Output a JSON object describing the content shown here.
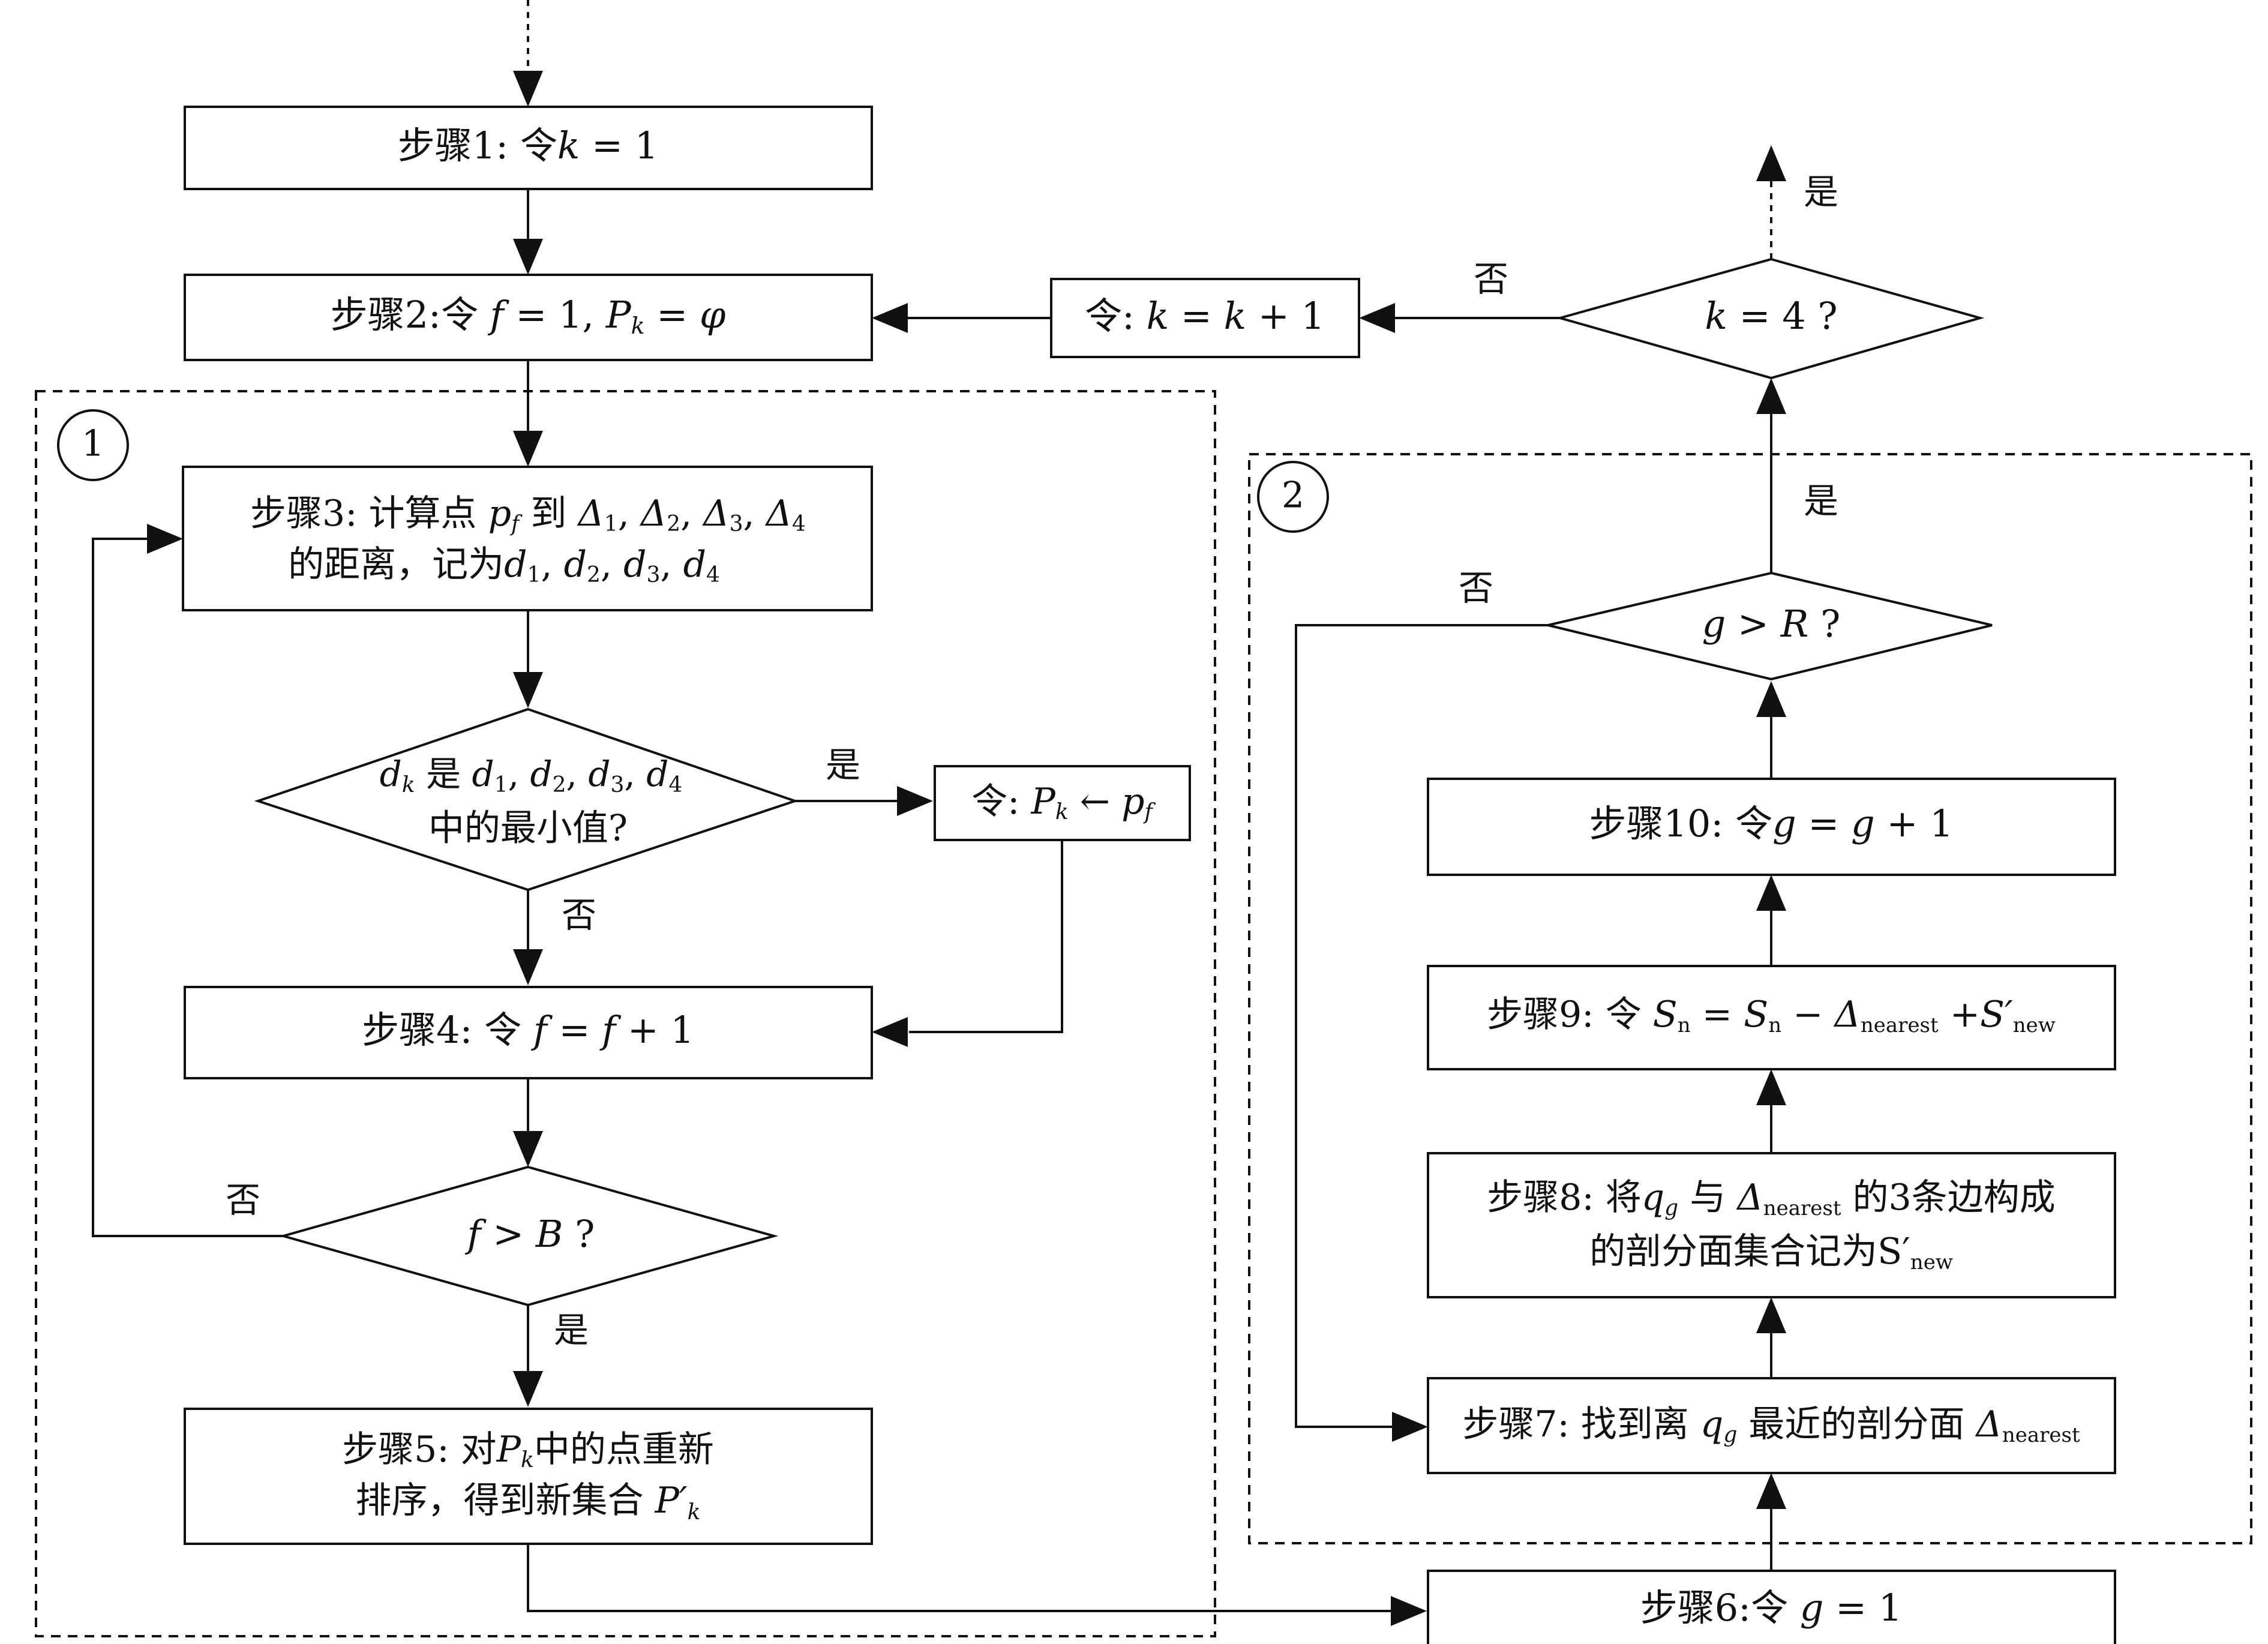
{
  "regions": {
    "region1": "1",
    "region2": "2"
  },
  "steps": {
    "step1": {
      "prefix": "步骤1: 令",
      "var": "k",
      "rest": " = 1"
    },
    "step2": {
      "prefix": "步骤2:令 ",
      "f": "f",
      "eq1": " = 1, ",
      "P": "P",
      "k": "k",
      "eq2": " = ",
      "phi": "φ"
    },
    "inc_k": {
      "prefix": "令: ",
      "k1": "k",
      "eq": " = ",
      "k2": "k",
      "rest": " + 1"
    },
    "step3": {
      "line1_prefix": "步骤3: 计算点 ",
      "p": "p",
      "f": "f",
      "to": " 到 ",
      "D1": "Δ",
      "s1": "1",
      "D2": "Δ",
      "s2": "2",
      "D3": "Δ",
      "s3": "3",
      "D4": "Δ",
      "s4": "4",
      "line2_prefix": "的距离，记为",
      "d1": "d",
      "n1": "1",
      "d2": "d",
      "n2": "2",
      "d3": "d",
      "n3": "3",
      "d4": "d",
      "n4": "4"
    },
    "step4": {
      "prefix": "步骤4: 令 ",
      "f1": "f",
      "eq": " = ",
      "f2": "f",
      "rest": " + 1"
    },
    "step5": {
      "line1_prefix": "步骤5: 对",
      "P": "P",
      "k": "k",
      "line1_suffix": "中的点重新",
      "line2_prefix": "排序，得到新集合 ",
      "P2": "P′",
      "k2": "k"
    },
    "step6": {
      "prefix": "步骤6:令 ",
      "g": "g",
      "rest": " = 1"
    },
    "step7": {
      "prefix": "步骤7: 找到离 ",
      "q": "q",
      "g": "g",
      "mid": " 最近的剖分面 ",
      "D": "Δ",
      "sub": "nearest"
    },
    "step8": {
      "line1_prefix": "步骤8: 将",
      "q": "q",
      "g": "g",
      "yu": " 与 ",
      "D": "Δ",
      "sub": "nearest",
      "line1_suffix": " 的3条边构成",
      "line2_prefix": "的剖分面集合记为",
      "S": "S′",
      "Ssub": "new"
    },
    "step9": {
      "prefix": "步骤9: 令 ",
      "S1": "S",
      "n1": "n",
      "eq": " = ",
      "S2": "S",
      "n2": "n",
      "minus": " − ",
      "D": "Δ",
      "dsub": "nearest",
      "plus": " +",
      "S3": "S′",
      "n3": "new"
    },
    "step10": {
      "prefix": "步骤10: 令",
      "g1": "g",
      "eq": " = ",
      "g2": "g",
      "rest": " + 1"
    },
    "assign_pk": {
      "prefix": "令: ",
      "P": "P",
      "k": "k",
      "arrow": " ← ",
      "p": "p",
      "f": "f"
    }
  },
  "decisions": {
    "dk": {
      "d": "d",
      "k": "k",
      "shi": " 是 ",
      "d1": "d",
      "n1": "1",
      "d2": "d",
      "n2": "2",
      "d3": "d",
      "n3": "3",
      "d4": "d",
      "n4": "4",
      "line2": "中的最小值?"
    },
    "fB": {
      "f": "f",
      "gt": " > ",
      "B": "B",
      "q": " ?"
    },
    "gR": {
      "g": "g",
      "gt": " > ",
      "R": "R",
      "q": " ?"
    },
    "k4": {
      "k": "k",
      "eq": " = 4 ?"
    }
  },
  "labels": {
    "dk_yes": "是",
    "dk_no": "否",
    "fB_no": "否",
    "fB_yes": "是",
    "gR_no": "否",
    "gR_yes": "是",
    "k4_no": "否",
    "k4_yes": "是"
  }
}
